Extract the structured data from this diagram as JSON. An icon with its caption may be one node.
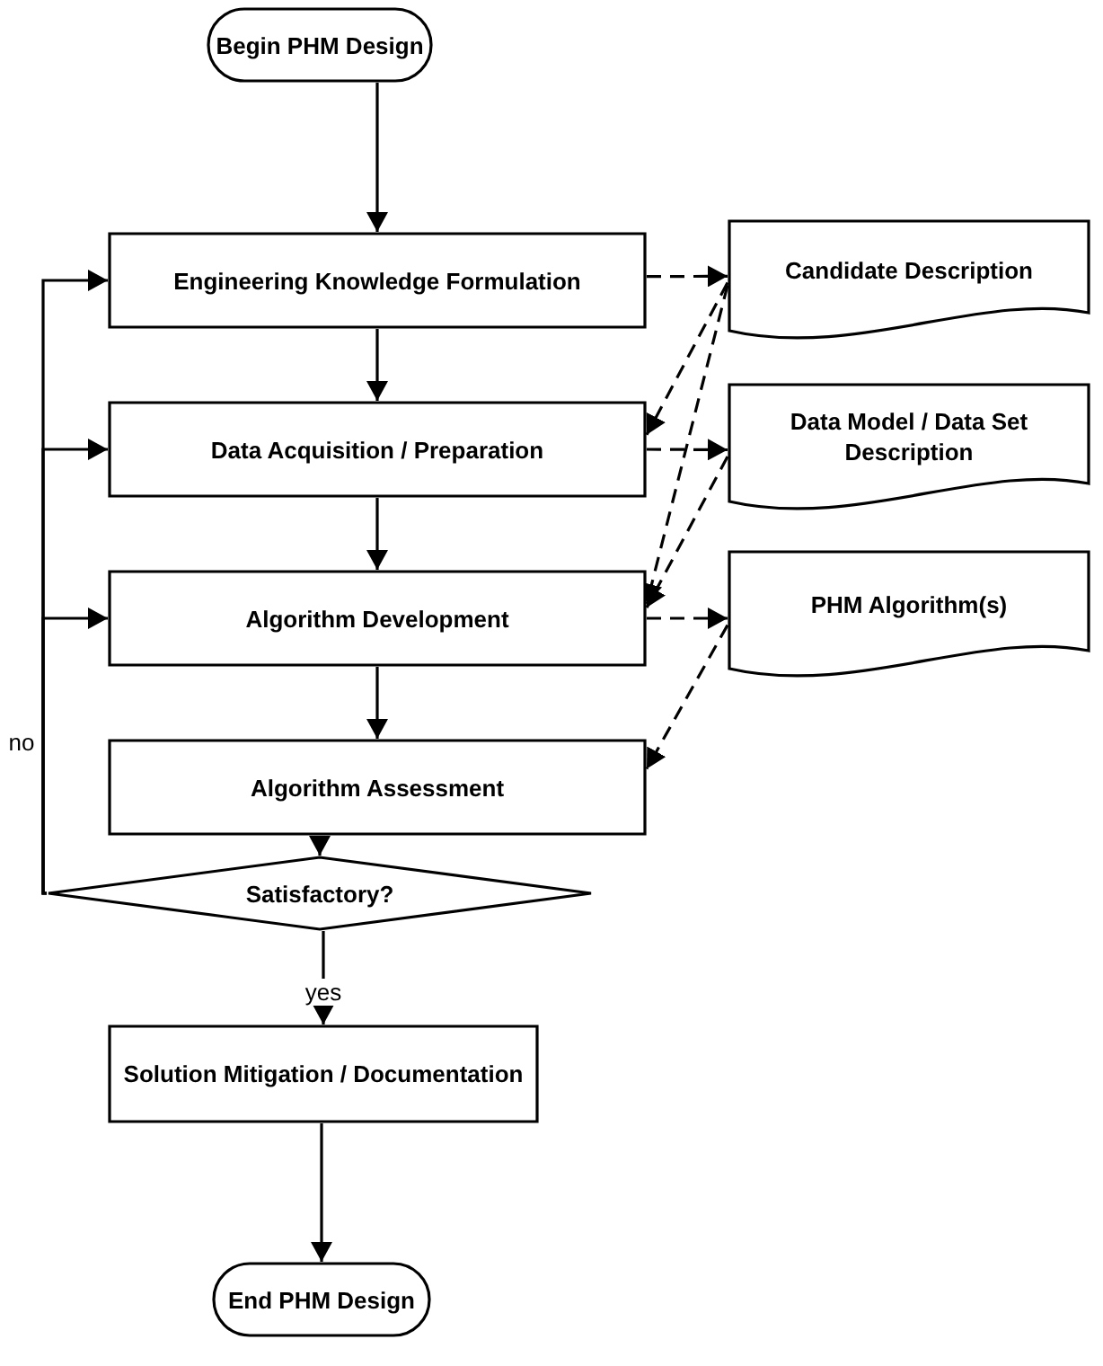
{
  "diagram": {
    "nodes": [
      {
        "text": [
          "Begin PHM Design"
        ]
      },
      {
        "text": [
          "Engineering Knowledge Formulation"
        ]
      },
      {
        "text": [
          "Data Acquisition / Preparation"
        ]
      },
      {
        "text": [
          "Algorithm Development"
        ]
      },
      {
        "text": [
          "Algorithm Assessment"
        ]
      },
      {
        "text": [
          "Satisfactory?"
        ]
      },
      {
        "text": [
          "Solution Mitigation / Documentation"
        ]
      },
      {
        "text": [
          "End PHM Design"
        ]
      },
      {
        "text": [
          "Candidate Description"
        ]
      },
      {
        "text": [
          "Data Model / Data Set Description"
        ]
      },
      {
        "text": [
          "PHM Algorithm(s)"
        ]
      }
    ],
    "edges": [
      {
        "from": 0,
        "to": 1,
        "arrow": "to"
      },
      {
        "from": 1,
        "to": 2,
        "arrow": "to"
      },
      {
        "from": 2,
        "to": 3,
        "arrow": "to"
      },
      {
        "from": 3,
        "to": 4,
        "arrow": "to"
      },
      {
        "from": 4,
        "to": 5,
        "arrow": "to"
      },
      {
        "from": 5,
        "to": 6,
        "arrow": "to",
        "label": "yes"
      },
      {
        "from": 6,
        "to": 7,
        "arrow": "to"
      },
      {
        "from": 5,
        "to": 1,
        "arrow": "to",
        "label": "no"
      },
      {
        "from": 5,
        "to": 2,
        "arrow": "to"
      },
      {
        "from": 5,
        "to": 3,
        "arrow": "to"
      },
      {
        "from": 1,
        "to": 8,
        "arrow": "to",
        "style": "dashed"
      },
      {
        "from": 2,
        "to": 9,
        "arrow": "to",
        "style": "dashed"
      },
      {
        "from": 3,
        "to": 10,
        "arrow": "to",
        "style": "dashed"
      },
      {
        "from": 8,
        "to": 2,
        "arrow": "to",
        "style": "dashed"
      },
      {
        "from": 8,
        "to": 3,
        "arrow": "to",
        "style": "dashed"
      },
      {
        "from": 9,
        "to": 3,
        "arrow": "to",
        "style": "dashed"
      },
      {
        "from": 10,
        "to": 4,
        "arrow": "to",
        "style": "dashed"
      }
    ]
  }
}
